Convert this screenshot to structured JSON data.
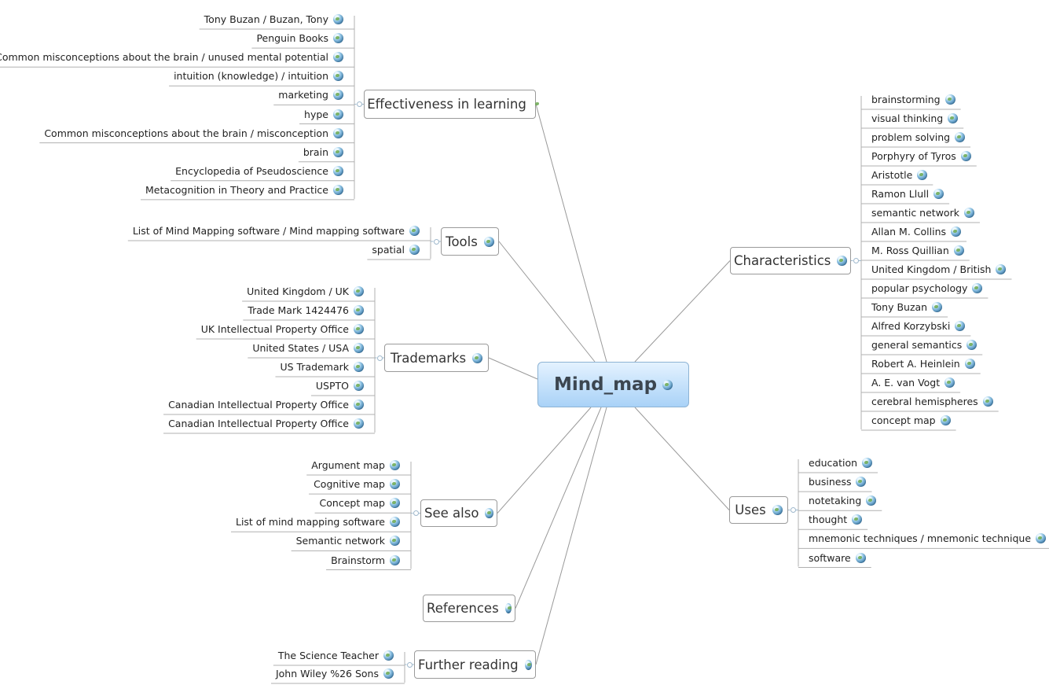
{
  "root": {
    "label": "Mind_map",
    "icon": "globe-icon"
  },
  "branches": [
    {
      "id": "effectiveness",
      "label": "Effectiveness in learning",
      "side": "left",
      "leaves": [
        "Tony Buzan / Buzan, Tony",
        "Penguin Books",
        "Common misconceptions about the brain / unused mental potential",
        "intuition (knowledge) / intuition",
        "marketing",
        "hype",
        "Common misconceptions about the brain / misconception",
        "brain",
        "Encyclopedia of Pseudoscience",
        "Metacognition in Theory and Practice"
      ]
    },
    {
      "id": "tools",
      "label": "Tools",
      "side": "left",
      "leaves": [
        "List of Mind Mapping software / Mind mapping software",
        "spatial"
      ]
    },
    {
      "id": "trademarks",
      "label": "Trademarks",
      "side": "left",
      "leaves": [
        "United Kingdom / UK",
        "Trade Mark 1424476",
        "UK Intellectual Property Office",
        "United States / USA",
        "US Trademark",
        "USPTO",
        "Canadian Intellectual Property Office",
        "Canadian Intellectual Property Office"
      ]
    },
    {
      "id": "see-also",
      "label": "See also",
      "side": "left",
      "leaves": [
        "Argument map",
        "Cognitive map",
        "Concept map",
        "List of mind mapping software",
        "Semantic network",
        "Brainstorm"
      ]
    },
    {
      "id": "references",
      "label": "References",
      "side": "left",
      "leaves": []
    },
    {
      "id": "further-reading",
      "label": "Further reading",
      "side": "left",
      "leaves": [
        "The Science Teacher",
        "John Wiley %26 Sons"
      ]
    },
    {
      "id": "characteristics",
      "label": "Characteristics",
      "side": "right",
      "leaves": [
        "brainstorming",
        "visual thinking",
        "problem solving",
        "Porphyry of Tyros",
        "Aristotle",
        "Ramon Llull",
        "semantic network",
        "Allan M. Collins",
        "M. Ross Quillian",
        "United Kingdom / British",
        "popular psychology",
        "Tony Buzan",
        "Alfred Korzybski",
        "general semantics",
        "Robert A. Heinlein",
        "A. E. van Vogt",
        "cerebral hemispheres",
        "concept map"
      ]
    },
    {
      "id": "uses",
      "label": "Uses",
      "side": "right",
      "leaves": [
        "education",
        "business",
        "notetaking",
        "thought",
        "mnemonic techniques / mnemonic technique",
        "software"
      ]
    }
  ],
  "colors": {
    "root_fill_top": "#e4f2ff",
    "root_fill_bottom": "#a9d2f7",
    "root_border": "#8db3d4",
    "connector": "#999999",
    "leaf_underline": "#b0b0b0",
    "junction": "#9fb8cc"
  }
}
